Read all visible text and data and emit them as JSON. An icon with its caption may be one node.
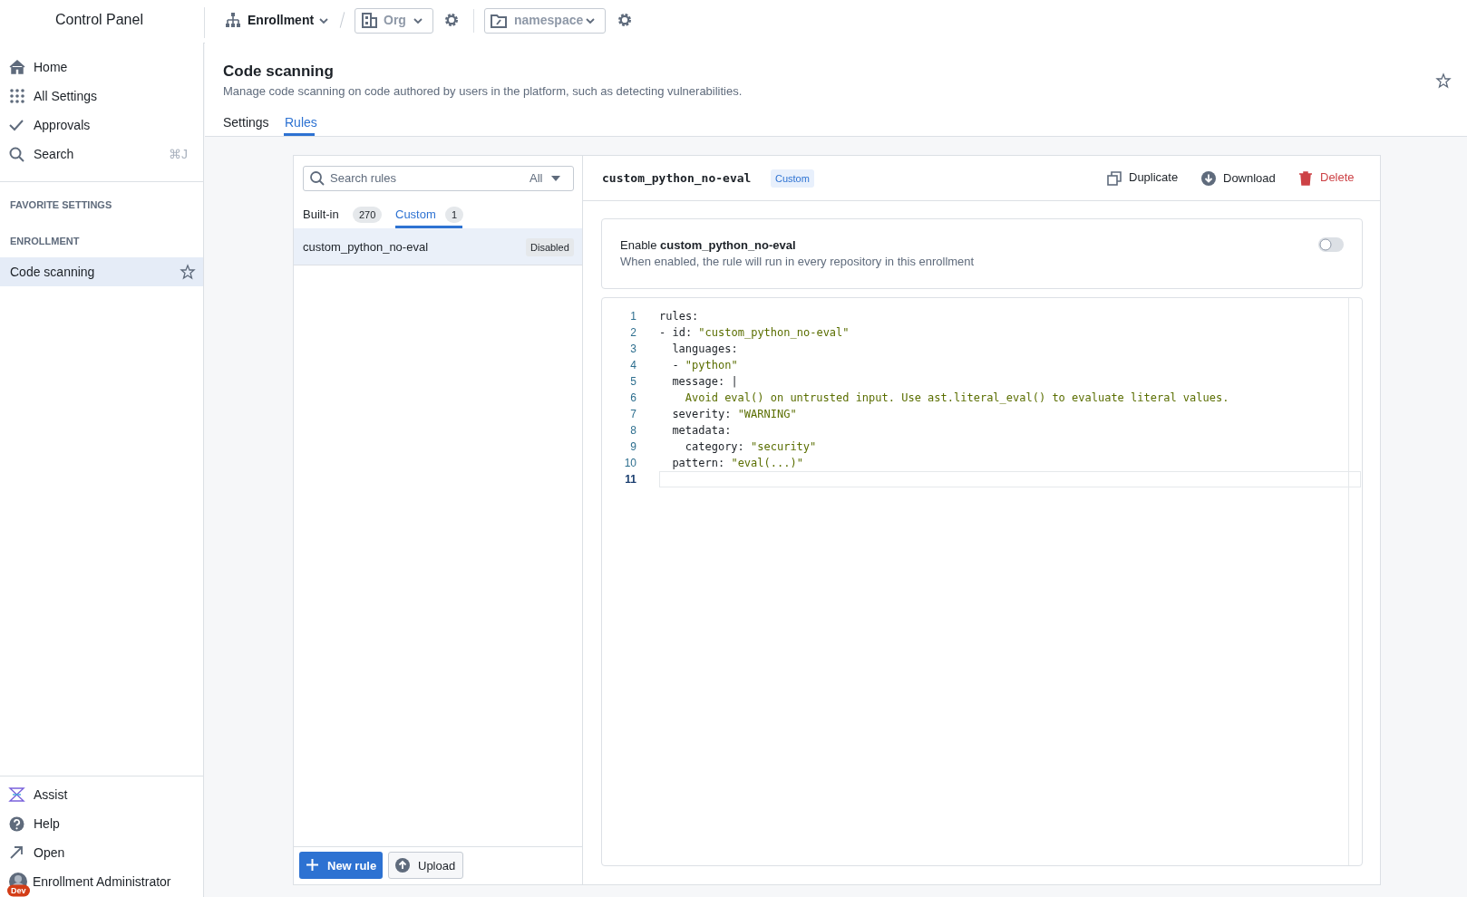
{
  "diagram": {
    "labels": [
      "Control Panel",
      "Enrollment",
      "Org",
      "namespace",
      "Home",
      "All Settings",
      "Approvals",
      "Search",
      "⌘J",
      "FAVORITE SETTINGS",
      "ENROLLMENT",
      "Code scanning",
      "Assist",
      "Help",
      "Open",
      "Enrollment Administrator",
      "Dev",
      "Code scanning",
      "Manage code scanning on code authored by users in the platform, such as detecting vulnerabilities.",
      "Settings",
      "Rules",
      "Search rules",
      "All",
      "Built-in",
      "270",
      "Custom",
      "1",
      "custom_python_no-eval",
      "Disabled",
      "New rule",
      "Upload",
      "custom_python_no-eval",
      "Custom",
      "Duplicate",
      "Download",
      "Delete",
      "Enable **custom_python_no-eval**",
      "When enabled, the rule will run in every repository in this enrollment",
      "1",
      "2",
      "3",
      "4",
      "5",
      "6",
      "7",
      "8",
      "9",
      "10",
      "11",
      "rules:",
      "- id: \"custom_python_no-eval\"",
      "languages:",
      "- \"python\"",
      "message: |",
      "Avoid eval() on untrusted input. Use ast.literal_eval() to evaluate literal values.",
      "severity: \"WARNING\"",
      "metadata:",
      "category: \"security\"",
      "pattern: \"eval(...)\""
    ]
  }
}
